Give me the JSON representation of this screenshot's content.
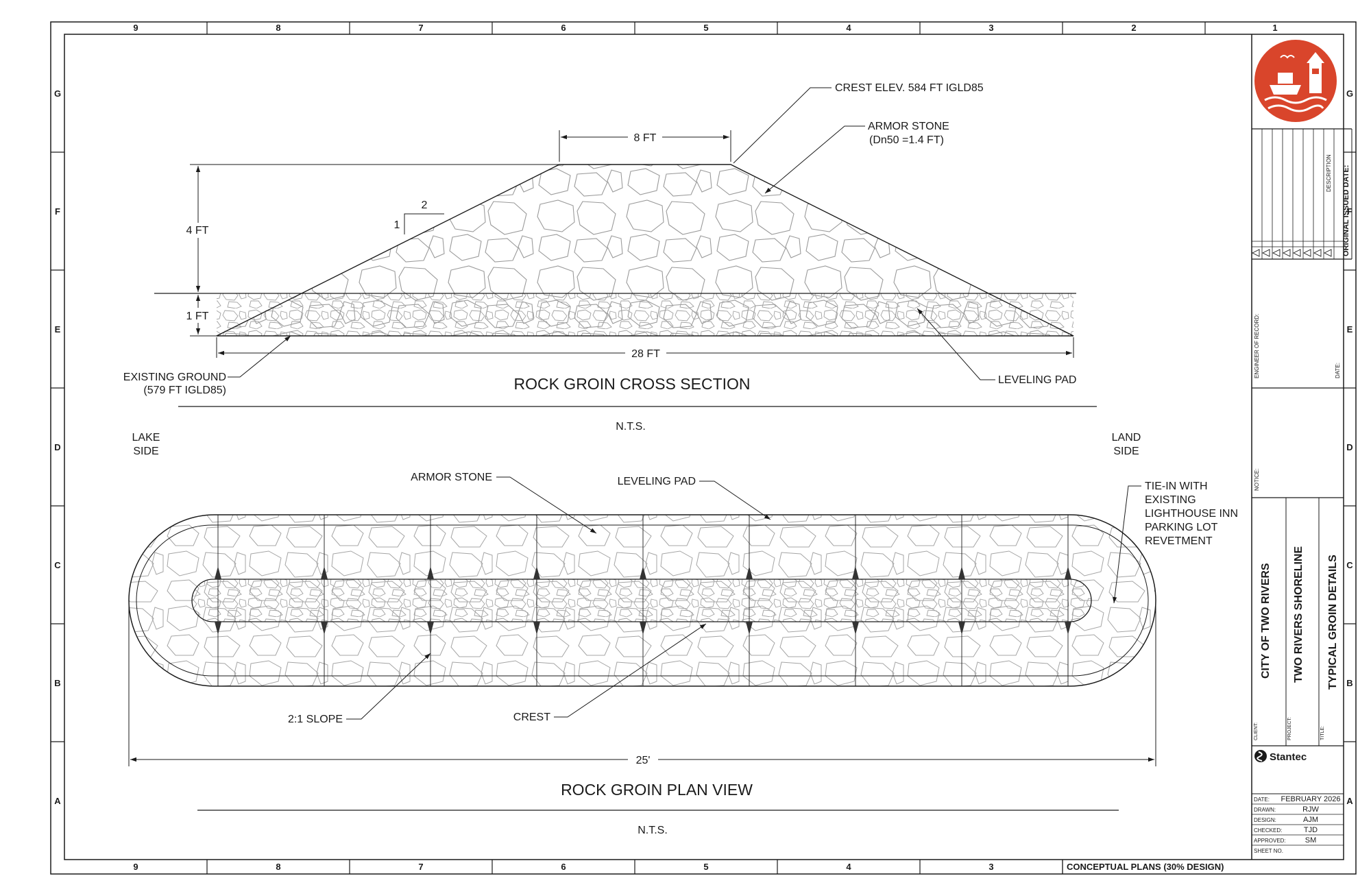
{
  "grid": {
    "columns": [
      "9",
      "8",
      "7",
      "6",
      "5",
      "4",
      "3",
      "2",
      "1"
    ],
    "rows": [
      "G",
      "F",
      "E",
      "D",
      "C",
      "B",
      "A"
    ]
  },
  "cross_section": {
    "title": "ROCK GROIN CROSS SECTION",
    "scale": "N.T.S.",
    "crest_label": "CREST ELEV. 584 FT IGLD85",
    "armor_label_1": "ARMOR STONE",
    "armor_label_2": "(Dn50 =1.4 FT)",
    "top_width": "8 FT",
    "height": "4 FT",
    "pad_height": "1 FT",
    "base_width": "28 FT",
    "slope_v": "1",
    "slope_h": "2",
    "ground_label_1": "EXISTING GROUND",
    "ground_label_2": "(579 FT IGLD85)",
    "pad_label": "LEVELING PAD"
  },
  "plan_view": {
    "title": "ROCK GROIN PLAN VIEW",
    "scale": "N.T.S.",
    "lake_1": "LAKE",
    "lake_2": "SIDE",
    "land_1": "LAND",
    "land_2": "SIDE",
    "armor_label": "ARMOR STONE",
    "pad_label": "LEVELING PAD",
    "tie_in": [
      "TIE-IN WITH",
      "EXISTING",
      "LIGHTHOUSE INN",
      "PARKING LOT",
      "REVETMENT"
    ],
    "slope_label": "2:1 SLOPE",
    "crest_label": "CREST",
    "length": "25'"
  },
  "title_block": {
    "firm": "Stantec",
    "brand_color": "#d9452b",
    "revision_description": "DESCRIPTION",
    "original_issued_date": "ORIGINAL ISSUED DATE:",
    "engineer_of_record": "ENGINEER OF RECORD:",
    "date_label": "DATE:",
    "notice": "NOTICE:",
    "client_label": "CLIENT:",
    "client": "CITY OF TWO RIVERS",
    "project_label": "PROJECT:",
    "project": "TWO RIVERS SHORELINE",
    "title_label": "TITLE:",
    "title": "TYPICAL GROIN DETAILS",
    "fields": [
      {
        "label": "DATE:",
        "value": "FEBRUARY 2026"
      },
      {
        "label": "DRAWN:",
        "value": "RJW"
      },
      {
        "label": "DESIGN:",
        "value": "AJM"
      },
      {
        "label": "CHECKED:",
        "value": "TJD"
      },
      {
        "label": "APPROVED:",
        "value": "SM"
      },
      {
        "label": "SHEET NO.",
        "value": ""
      }
    ],
    "status": "CONCEPTUAL PLANS (30% DESIGN)"
  }
}
